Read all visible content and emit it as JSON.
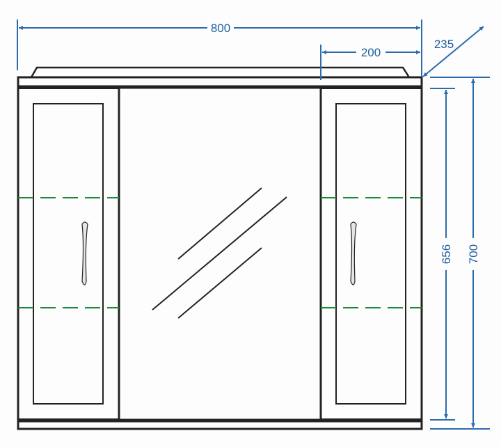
{
  "dimensions": {
    "total_width": "800",
    "side_section_width": "200",
    "depth": "235",
    "door_height": "656",
    "total_height": "700"
  },
  "colors": {
    "dimension": "#2a6cad",
    "outline": "#222222",
    "shelf_dashes": "#1a8a3a"
  }
}
